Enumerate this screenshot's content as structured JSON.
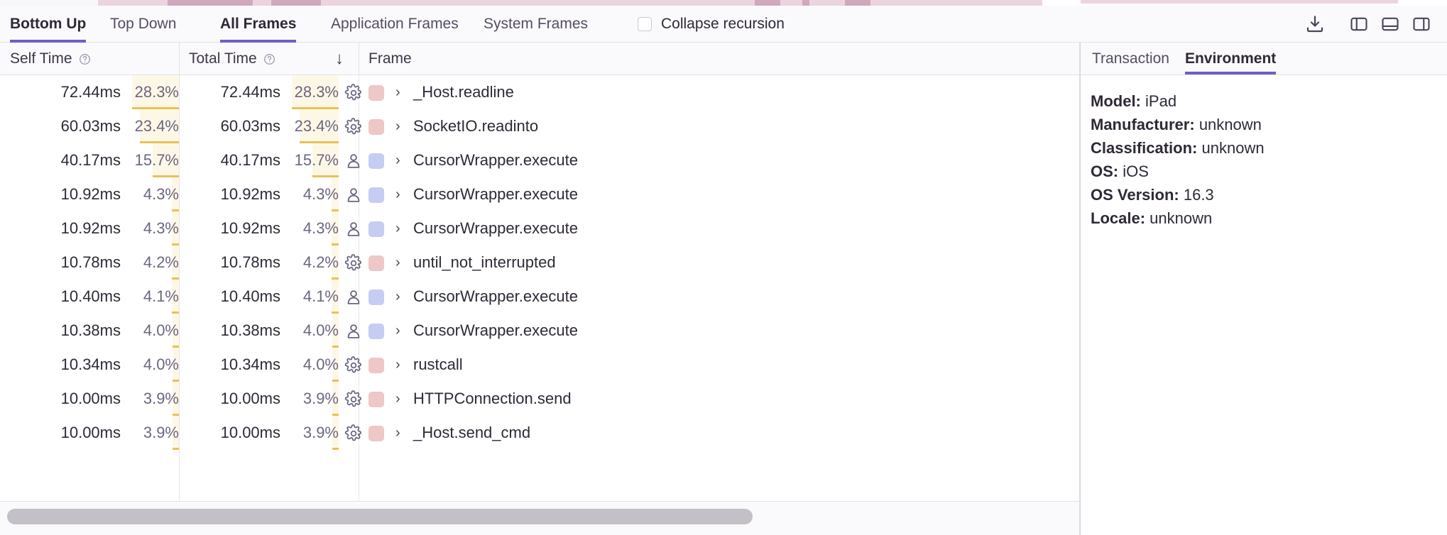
{
  "toolbar": {
    "tabs": [
      {
        "label": "Bottom Up",
        "active": true
      },
      {
        "label": "Top Down",
        "active": false
      },
      {
        "label": "All Frames",
        "active": true
      },
      {
        "label": "Application Frames",
        "active": false
      },
      {
        "label": "System Frames",
        "active": false
      }
    ],
    "collapse_recursion_label": "Collapse recursion",
    "collapse_recursion_checked": false,
    "actions": [
      {
        "name": "download-icon"
      },
      {
        "name": "layout-left-panel-icon"
      },
      {
        "name": "layout-bottom-panel-icon"
      },
      {
        "name": "layout-right-panel-icon"
      }
    ]
  },
  "table": {
    "columns": [
      {
        "key": "self_time",
        "label": "Self Time",
        "has_help": true,
        "sorted": false
      },
      {
        "key": "total_time",
        "label": "Total Time",
        "has_help": true,
        "sorted": true,
        "sort_dir": "desc"
      },
      {
        "key": "frame",
        "label": "Frame",
        "has_help": false,
        "sorted": false
      }
    ],
    "sort_arrow_glyph": "↓",
    "rows": [
      {
        "self_time": "72.44ms",
        "self_pct": "28.3%",
        "self_pct_value": 28.3,
        "total_time": "72.44ms",
        "total_pct": "28.3%",
        "total_pct_value": 28.3,
        "frame_kind": "system",
        "frame_kind_icon": "gear-icon",
        "swatch_color": "#eec7c7",
        "frame": "_Host.readline",
        "expanded": false
      },
      {
        "self_time": "60.03ms",
        "self_pct": "23.4%",
        "self_pct_value": 23.4,
        "total_time": "60.03ms",
        "total_pct": "23.4%",
        "total_pct_value": 23.4,
        "frame_kind": "system",
        "frame_kind_icon": "gear-icon",
        "swatch_color": "#eec7c7",
        "frame": "SocketIO.readinto",
        "expanded": false
      },
      {
        "self_time": "40.17ms",
        "self_pct": "15.7%",
        "self_pct_value": 15.7,
        "total_time": "40.17ms",
        "total_pct": "15.7%",
        "total_pct_value": 15.7,
        "frame_kind": "application",
        "frame_kind_icon": "person-icon",
        "swatch_color": "#c6cdf2",
        "frame": "CursorWrapper.execute",
        "expanded": false
      },
      {
        "self_time": "10.92ms",
        "self_pct": "4.3%",
        "self_pct_value": 4.3,
        "total_time": "10.92ms",
        "total_pct": "4.3%",
        "total_pct_value": 4.3,
        "frame_kind": "application",
        "frame_kind_icon": "person-icon",
        "swatch_color": "#c6cdf2",
        "frame": "CursorWrapper.execute",
        "expanded": false
      },
      {
        "self_time": "10.92ms",
        "self_pct": "4.3%",
        "self_pct_value": 4.3,
        "total_time": "10.92ms",
        "total_pct": "4.3%",
        "total_pct_value": 4.3,
        "frame_kind": "application",
        "frame_kind_icon": "person-icon",
        "swatch_color": "#c6cdf2",
        "frame": "CursorWrapper.execute",
        "expanded": false
      },
      {
        "self_time": "10.78ms",
        "self_pct": "4.2%",
        "self_pct_value": 4.2,
        "total_time": "10.78ms",
        "total_pct": "4.2%",
        "total_pct_value": 4.2,
        "frame_kind": "system",
        "frame_kind_icon": "gear-icon",
        "swatch_color": "#eec7c7",
        "frame": "until_not_interrupted",
        "expanded": false
      },
      {
        "self_time": "10.40ms",
        "self_pct": "4.1%",
        "self_pct_value": 4.1,
        "total_time": "10.40ms",
        "total_pct": "4.1%",
        "total_pct_value": 4.1,
        "frame_kind": "application",
        "frame_kind_icon": "person-icon",
        "swatch_color": "#c6cdf2",
        "frame": "CursorWrapper.execute",
        "expanded": false
      },
      {
        "self_time": "10.38ms",
        "self_pct": "4.0%",
        "self_pct_value": 4.0,
        "total_time": "10.38ms",
        "total_pct": "4.0%",
        "total_pct_value": 4.0,
        "frame_kind": "application",
        "frame_kind_icon": "person-icon",
        "swatch_color": "#c6cdf2",
        "frame": "CursorWrapper.execute",
        "expanded": false
      },
      {
        "self_time": "10.34ms",
        "self_pct": "4.0%",
        "self_pct_value": 4.0,
        "total_time": "10.34ms",
        "total_pct": "4.0%",
        "total_pct_value": 4.0,
        "frame_kind": "system",
        "frame_kind_icon": "gear-icon",
        "swatch_color": "#eec7c7",
        "frame": "rustcall",
        "expanded": false
      },
      {
        "self_time": "10.00ms",
        "self_pct": "3.9%",
        "self_pct_value": 3.9,
        "total_time": "10.00ms",
        "total_pct": "3.9%",
        "total_pct_value": 3.9,
        "frame_kind": "system",
        "frame_kind_icon": "gear-icon",
        "swatch_color": "#eec7c7",
        "frame": "HTTPConnection.send",
        "expanded": false
      },
      {
        "self_time": "10.00ms",
        "self_pct": "3.9%",
        "self_pct_value": 3.9,
        "total_time": "10.00ms",
        "total_pct": "3.9%",
        "total_pct_value": 3.9,
        "frame_kind": "system",
        "frame_kind_icon": "gear-icon",
        "swatch_color": "#eec7c7",
        "frame": "_Host.send_cmd",
        "expanded": false
      }
    ],
    "expand_chevron_glyph": "›"
  },
  "details": {
    "tabs": [
      {
        "label": "Transaction",
        "active": false
      },
      {
        "label": "Environment",
        "active": true
      }
    ],
    "environment": [
      {
        "key": "Model:",
        "value": "iPad"
      },
      {
        "key": "Manufacturer:",
        "value": "unknown"
      },
      {
        "key": "Classification:",
        "value": "unknown"
      },
      {
        "key": "OS:",
        "value": "iOS"
      },
      {
        "key": "OS Version:",
        "value": "16.3"
      },
      {
        "key": "Locale:",
        "value": "unknown"
      }
    ]
  },
  "colors": {
    "accent": "#6c5fc7",
    "bar_fill": "#fdf8e6",
    "bar_underline": "#e9c157",
    "system_swatch": "#eec7c7",
    "application_swatch": "#c6cdf2"
  }
}
